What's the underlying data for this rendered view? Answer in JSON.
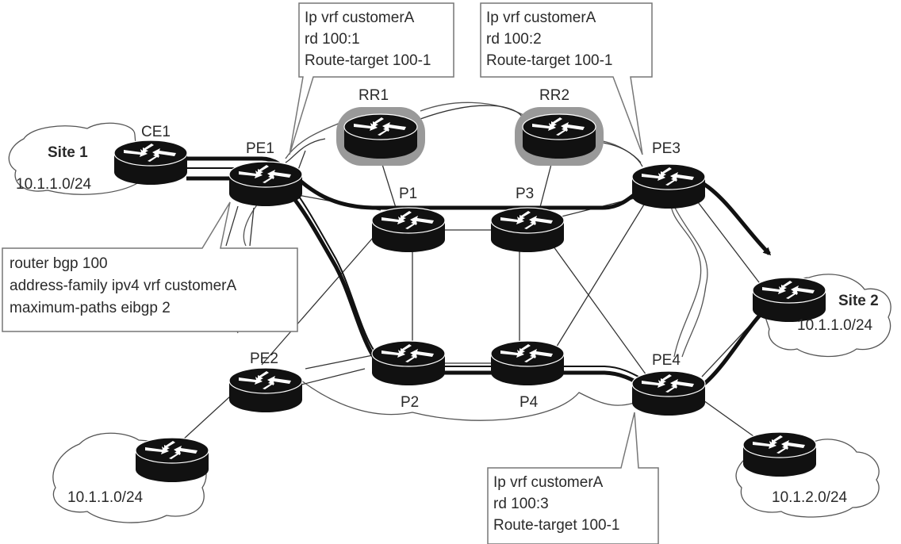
{
  "diagram": {
    "routers": [
      {
        "id": "CE1",
        "label": "CE1",
        "role": "customer-edge"
      },
      {
        "id": "PE1",
        "label": "PE1",
        "role": "provider-edge"
      },
      {
        "id": "PE2",
        "label": "PE2",
        "role": "provider-edge"
      },
      {
        "id": "PE3",
        "label": "PE3",
        "role": "provider-edge"
      },
      {
        "id": "PE4",
        "label": "PE4",
        "role": "provider-edge"
      },
      {
        "id": "P1",
        "label": "P1",
        "role": "provider-core"
      },
      {
        "id": "P2",
        "label": "P2",
        "role": "provider-core"
      },
      {
        "id": "P3",
        "label": "P3",
        "role": "provider-core"
      },
      {
        "id": "P4",
        "label": "P4",
        "role": "provider-core"
      },
      {
        "id": "RR1",
        "label": "RR1",
        "role": "route-reflector"
      },
      {
        "id": "RR2",
        "label": "RR2",
        "role": "route-reflector"
      },
      {
        "id": "CE2",
        "label": "",
        "role": "customer-edge"
      },
      {
        "id": "CE3",
        "label": "",
        "role": "customer-edge"
      },
      {
        "id": "CE4",
        "label": "",
        "role": "customer-edge"
      }
    ],
    "sites": [
      {
        "name": "Site 1",
        "prefix": "10.1.1.0/24"
      },
      {
        "name": "Site 2",
        "prefix": "10.1.1.0/24"
      },
      {
        "name": "",
        "prefix": "10.1.1.0/24"
      },
      {
        "name": "",
        "prefix": "10.1.2.0/24"
      }
    ],
    "callouts": {
      "pe1": [
        "Ip vrf customerA",
        "rd 100:1",
        "Route-target 100-1"
      ],
      "pe3": [
        "Ip vrf customerA",
        "rd 100:2",
        "Route-target 100-1"
      ],
      "pe4": [
        "Ip vrf customerA",
        "rd 100:3",
        "Route-target 100-1"
      ],
      "bgp": [
        "router bgp 100",
        "address-family ipv4 vrf customerA",
        "maximum-paths eibgp 2"
      ]
    },
    "paths": [
      {
        "name": "path-via-p1-p3",
        "hops": [
          "CE1",
          "PE1",
          "P1",
          "P3",
          "PE3",
          "Site 2"
        ]
      },
      {
        "name": "path-via-p2-p4",
        "hops": [
          "CE1",
          "PE1",
          "P2",
          "P4",
          "PE4",
          "Site 2"
        ]
      }
    ],
    "colors": {
      "router": "#111111",
      "rr_ring": "#999999",
      "line": "#333333",
      "background": "#ffffff"
    }
  }
}
